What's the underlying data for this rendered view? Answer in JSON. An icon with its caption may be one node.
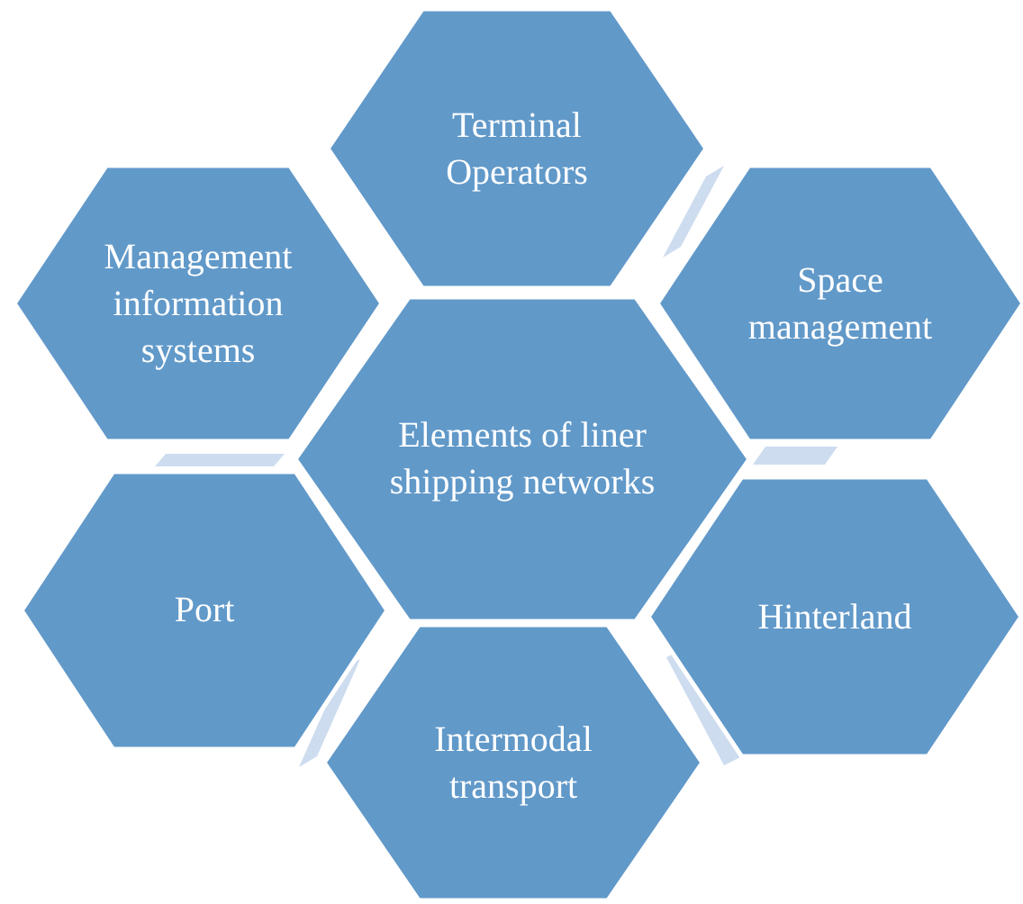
{
  "diagram": {
    "nodes": [
      {
        "text": [
          "Terminal Operators"
        ]
      },
      {
        "text": [
          "Management information systems"
        ]
      },
      {
        "text": [
          "Space management"
        ]
      },
      {
        "text": [
          "Elements of liner shipping networks"
        ]
      },
      {
        "text": [
          "Port"
        ]
      },
      {
        "text": [
          "Hinterland"
        ]
      },
      {
        "text": [
          "Intermodal transport"
        ]
      }
    ]
  }
}
